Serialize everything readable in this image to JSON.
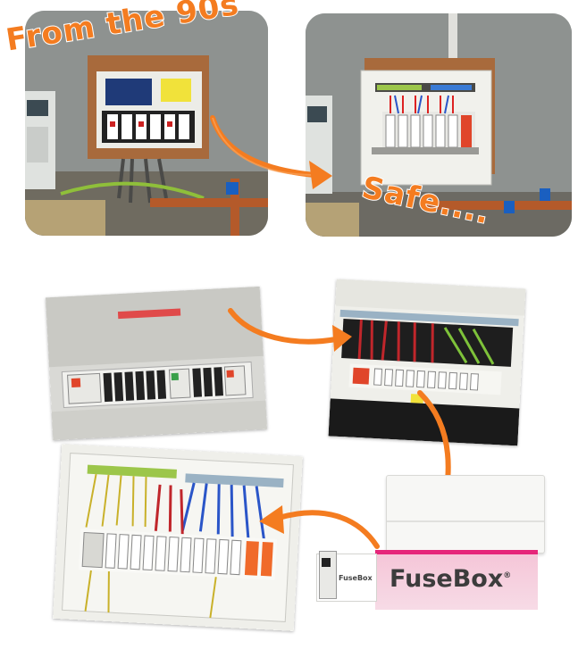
{
  "captions": {
    "before": "From the 90s",
    "after": "Safe...."
  },
  "product": {
    "box_brand": "FuseBox",
    "box_mark": "®",
    "small_box_brand": "FuseBox"
  },
  "colors": {
    "accent": "#f47c20",
    "box_pink": "#e6267a"
  }
}
